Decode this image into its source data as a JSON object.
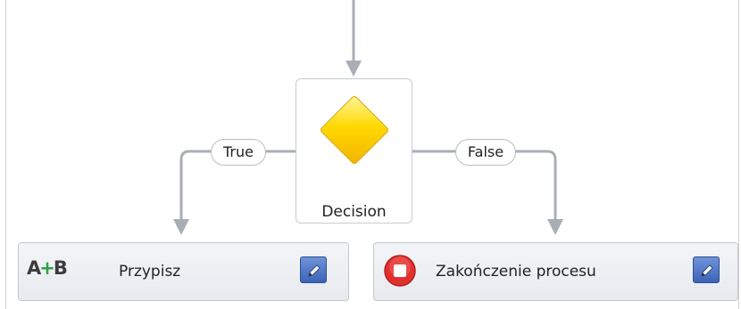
{
  "decision": {
    "label": "Decision",
    "icon": "diamond-icon",
    "color": "#ffd800"
  },
  "branches": {
    "true_label": "True",
    "false_label": "False"
  },
  "activities": {
    "assign": {
      "label": "Przypisz",
      "icon_text_a": "A",
      "icon_text_plus": "+",
      "icon_text_b": "B",
      "edit_icon": "pencil-icon"
    },
    "end": {
      "label": "Zakończenie procesu",
      "icon": "stop-icon",
      "edit_icon": "pencil-icon"
    }
  },
  "colors": {
    "connector": "#a9aeb6",
    "edit_button": "#4a72c4",
    "stop": "#e03030"
  }
}
